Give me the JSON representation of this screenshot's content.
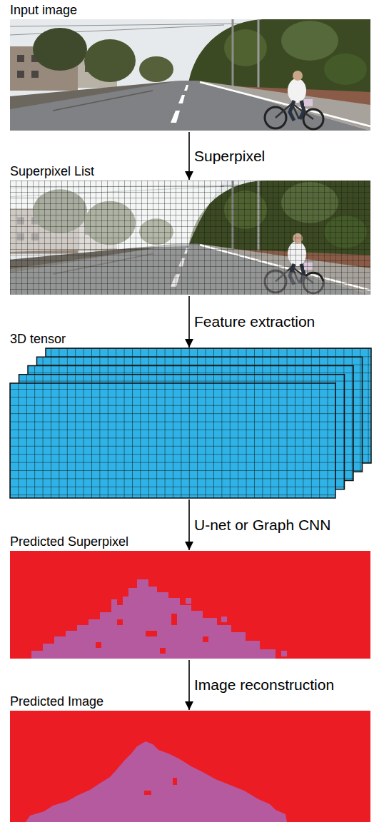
{
  "diagram": {
    "nodes": [
      {
        "text": [
          "Input image"
        ]
      },
      {
        "text": [
          "Superpixel List"
        ]
      },
      {
        "text": [
          "3D tensor"
        ]
      },
      {
        "text": [
          "Predicted Superpixel"
        ]
      },
      {
        "text": [
          "Predicted Image"
        ]
      }
    ],
    "edges": [
      {
        "from": 0,
        "to": 1,
        "arrow": "to",
        "label": "Superpixel"
      },
      {
        "from": 1,
        "to": 2,
        "arrow": "to",
        "label": "Feature extraction"
      },
      {
        "from": 2,
        "to": 3,
        "arrow": "to",
        "label": "U-net or Graph CNN"
      },
      {
        "from": 3,
        "to": 4,
        "arrow": "to",
        "label": "Image reconstruction"
      }
    ]
  }
}
